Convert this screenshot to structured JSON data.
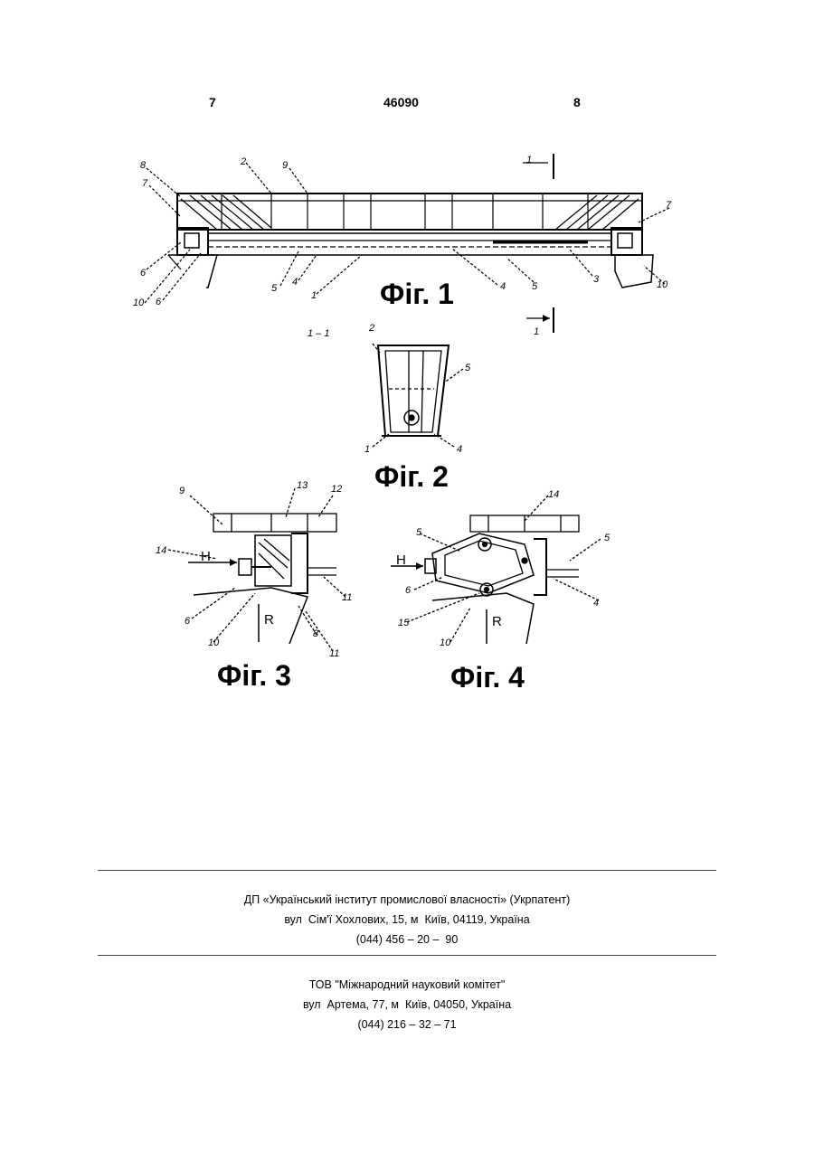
{
  "header": {
    "page_left": "7",
    "patent_number": "46090",
    "page_right": "8"
  },
  "figures": {
    "fig1": {
      "caption": "Фіг. 1",
      "section_mark_top": "1",
      "section_mark_bottom": "1",
      "labels": [
        "8",
        "7",
        "2",
        "9",
        "7",
        "6",
        "10",
        "6",
        "5",
        "4",
        "1",
        "4",
        "5",
        "3",
        "10"
      ]
    },
    "fig2": {
      "caption": "Фіг. 2",
      "section_title": "1 – 1",
      "labels": [
        "2",
        "5",
        "1",
        "4"
      ]
    },
    "fig3": {
      "caption": "Фіг. 3",
      "labels": [
        "9",
        "13",
        "12",
        "14",
        "H",
        "11",
        "6",
        "R",
        "8",
        "10",
        "11"
      ]
    },
    "fig4": {
      "caption": "Фіг. 4",
      "labels": [
        "14",
        "5",
        "5",
        "H",
        "4",
        "6",
        "15",
        "10",
        "R"
      ]
    }
  },
  "footer1": {
    "org": "ДП «Український інститут промислової власності» (Укрпатент)",
    "address": "вул  Сім'ї Хохлових, 15, м  Київ, 04119, Україна",
    "phone": "(044) 456 – 20 –  90"
  },
  "footer2": {
    "org": "ТОВ \"Міжнародний науковий комітет\"",
    "address": "вул  Артема, 77, м  Київ, 04050, Україна",
    "phone": "(044) 216 – 32 – 71"
  }
}
